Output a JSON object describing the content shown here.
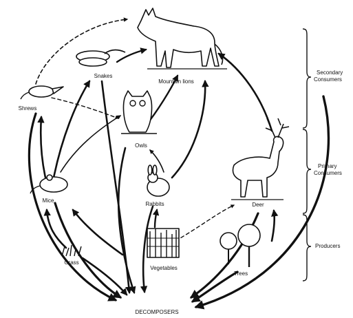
{
  "organisms": {
    "mountain_lions": "Mountain lions",
    "snakes": "Snakes",
    "shrews": "Shrews",
    "owls": "Owls",
    "mice": "Mice",
    "rabbits": "Rabbits",
    "deer": "Deer",
    "grass": "Grass",
    "vegetables": "Vegetables",
    "trees": "Trees",
    "decomposers": "DECOMPOSERS"
  },
  "levels": {
    "secondary": [
      "Secondary",
      "Consumers"
    ],
    "primary": [
      "Primary",
      "Consumers"
    ],
    "producers": "Producers"
  }
}
